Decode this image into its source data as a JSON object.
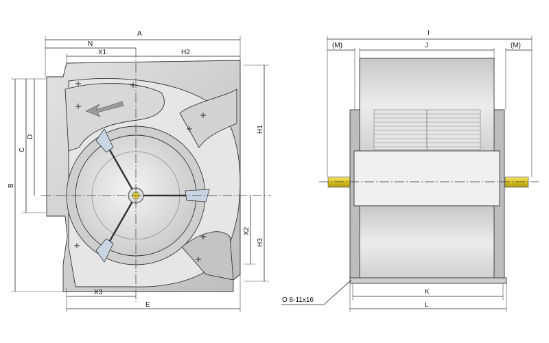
{
  "side_view": {
    "dimensions": {
      "A": "A",
      "N": "N",
      "X1": "X1",
      "H2": "H2",
      "B": "B",
      "C": "C",
      "D": "D",
      "H1": "H1",
      "X2": "X2",
      "H3": "H3",
      "X3": "X3",
      "E": "E"
    }
  },
  "front_view": {
    "dimensions": {
      "I": "I",
      "M_left": "(M)",
      "J": "J",
      "M_right": "(M)",
      "K": "K",
      "L": "L"
    },
    "hole_note": "O 6-11x16"
  },
  "colors": {
    "housing": "#d4d4d4",
    "shaft": "#e8d23a",
    "line": "#222222"
  }
}
